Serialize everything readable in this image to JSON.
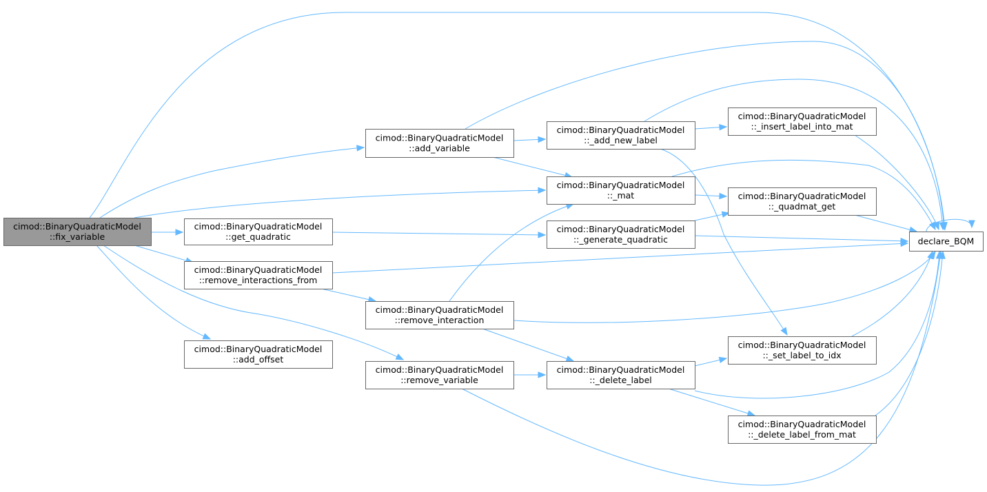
{
  "diagram": {
    "type": "call-graph",
    "nodes": [
      {
        "id": "fix_variable",
        "lines": [
          "cimod::BinaryQuadraticModel",
          "::fix_variable"
        ],
        "root": true
      },
      {
        "id": "get_quadratic",
        "lines": [
          "cimod::BinaryQuadraticModel",
          "::get_quadratic"
        ]
      },
      {
        "id": "remove_interactions_from",
        "lines": [
          "cimod::BinaryQuadraticModel",
          "::remove_interactions_from"
        ]
      },
      {
        "id": "add_offset",
        "lines": [
          "cimod::BinaryQuadraticModel",
          "::add_offset"
        ]
      },
      {
        "id": "add_variable",
        "lines": [
          "cimod::BinaryQuadraticModel",
          "::add_variable"
        ]
      },
      {
        "id": "remove_interaction",
        "lines": [
          "cimod::BinaryQuadraticModel",
          "::remove_interaction"
        ]
      },
      {
        "id": "remove_variable",
        "lines": [
          "cimod::BinaryQuadraticModel",
          "::remove_variable"
        ]
      },
      {
        "id": "_add_new_label",
        "lines": [
          "cimod::BinaryQuadraticModel",
          "::_add_new_label"
        ]
      },
      {
        "id": "_mat",
        "lines": [
          "cimod::BinaryQuadraticModel",
          "::_mat"
        ]
      },
      {
        "id": "_generate_quadratic",
        "lines": [
          "cimod::BinaryQuadraticModel",
          "::_generate_quadratic"
        ]
      },
      {
        "id": "_delete_label",
        "lines": [
          "cimod::BinaryQuadraticModel",
          "::_delete_label"
        ]
      },
      {
        "id": "_insert_label_into_mat",
        "lines": [
          "cimod::BinaryQuadraticModel",
          "::_insert_label_into_mat"
        ]
      },
      {
        "id": "_quadmat_get",
        "lines": [
          "cimod::BinaryQuadraticModel",
          "::_quadmat_get"
        ]
      },
      {
        "id": "_set_label_to_idx",
        "lines": [
          "cimod::BinaryQuadraticModel",
          "::_set_label_to_idx"
        ]
      },
      {
        "id": "_delete_label_from_mat",
        "lines": [
          "cimod::BinaryQuadraticModel",
          "::_delete_label_from_mat"
        ]
      },
      {
        "id": "declare_BQM",
        "lines": [
          "declare_BQM"
        ]
      }
    ],
    "edges": [
      {
        "from": "fix_variable",
        "to": "declare_BQM"
      },
      {
        "from": "fix_variable",
        "to": "add_variable"
      },
      {
        "from": "fix_variable",
        "to": "_mat"
      },
      {
        "from": "fix_variable",
        "to": "get_quadratic"
      },
      {
        "from": "fix_variable",
        "to": "remove_interactions_from"
      },
      {
        "from": "fix_variable",
        "to": "add_offset"
      },
      {
        "from": "fix_variable",
        "to": "remove_variable"
      },
      {
        "from": "add_variable",
        "to": "declare_BQM"
      },
      {
        "from": "add_variable",
        "to": "_add_new_label"
      },
      {
        "from": "add_variable",
        "to": "_mat"
      },
      {
        "from": "_add_new_label",
        "to": "declare_BQM"
      },
      {
        "from": "_add_new_label",
        "to": "_insert_label_into_mat"
      },
      {
        "from": "_add_new_label",
        "to": "_set_label_to_idx"
      },
      {
        "from": "_insert_label_into_mat",
        "to": "declare_BQM"
      },
      {
        "from": "_mat",
        "to": "declare_BQM"
      },
      {
        "from": "_mat",
        "to": "_quadmat_get"
      },
      {
        "from": "_quadmat_get",
        "to": "declare_BQM"
      },
      {
        "from": "get_quadratic",
        "to": "_generate_quadratic"
      },
      {
        "from": "_generate_quadratic",
        "to": "_quadmat_get"
      },
      {
        "from": "_generate_quadratic",
        "to": "declare_BQM"
      },
      {
        "from": "remove_interactions_from",
        "to": "declare_BQM"
      },
      {
        "from": "remove_interactions_from",
        "to": "remove_interaction"
      },
      {
        "from": "remove_interaction",
        "to": "_mat"
      },
      {
        "from": "remove_interaction",
        "to": "declare_BQM"
      },
      {
        "from": "remove_interaction",
        "to": "_delete_label"
      },
      {
        "from": "remove_variable",
        "to": "_delete_label"
      },
      {
        "from": "remove_variable",
        "to": "declare_BQM"
      },
      {
        "from": "_delete_label",
        "to": "_set_label_to_idx"
      },
      {
        "from": "_delete_label",
        "to": "declare_BQM"
      },
      {
        "from": "_delete_label",
        "to": "_delete_label_from_mat"
      },
      {
        "from": "_set_label_to_idx",
        "to": "declare_BQM"
      },
      {
        "from": "_delete_label_from_mat",
        "to": "declare_BQM"
      },
      {
        "from": "declare_BQM",
        "to": "declare_BQM"
      }
    ]
  },
  "colors": {
    "edge": "#63b8ff",
    "node_border": "#666666",
    "root_fill": "#999999",
    "node_fill": "#ffffff"
  }
}
